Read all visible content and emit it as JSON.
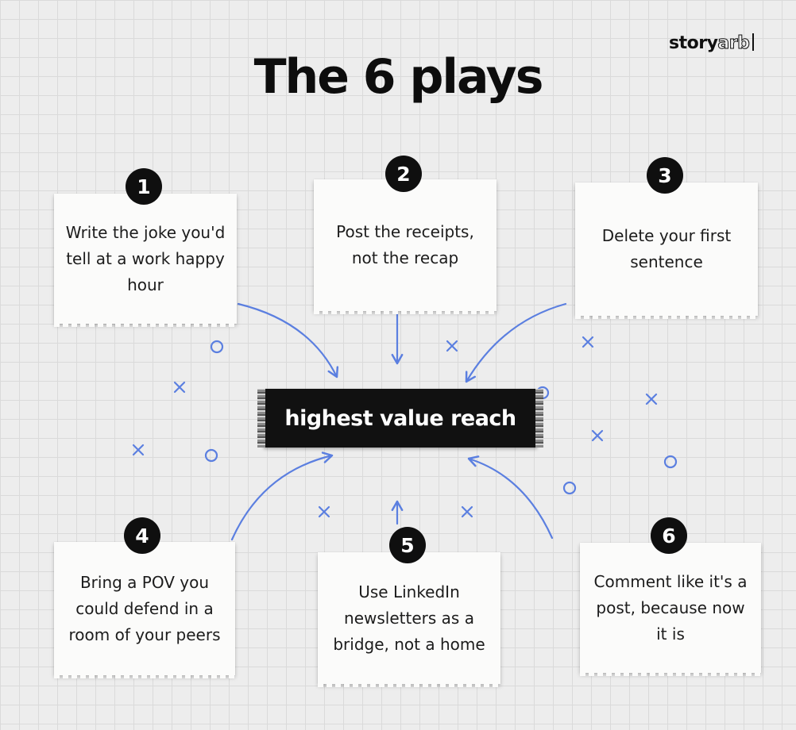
{
  "brand": {
    "logo_part1": "story",
    "logo_part2": "arb"
  },
  "title": "The 6 plays",
  "center": {
    "label": "highest value reach"
  },
  "plays": [
    {
      "number": "1",
      "text": "Write the joke you'd tell at a work happy hour"
    },
    {
      "number": "2",
      "text": "Post the receipts, not the recap"
    },
    {
      "number": "3",
      "text": "Delete your first sentence"
    },
    {
      "number": "4",
      "text": "Bring a POV you could defend in a room of your peers"
    },
    {
      "number": "5",
      "text": "Use LinkedIn newsletters as a bridge, not a home"
    },
    {
      "number": "6",
      "text": "Comment like it's a post, because now it is"
    }
  ],
  "colors": {
    "accent": "#5b7fe0",
    "ink": "#111111",
    "paper": "#fbfbfa"
  }
}
